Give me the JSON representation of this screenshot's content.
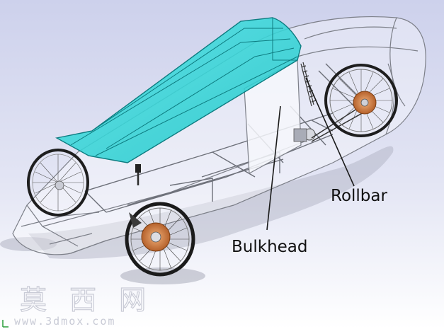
{
  "labels": {
    "rollbar": "Rollbar",
    "bulkhead": "Bulkhead"
  },
  "watermark": {
    "cn": "莫 西 网",
    "url": "www.3dmox.com"
  },
  "colors": {
    "background_top": "#cfd3ec",
    "background_bottom": "#ffffff",
    "canopy": "#27d6d6",
    "hub": "#c8743c",
    "shell_line": "#7c7f88",
    "tire": "#1e1e1e"
  }
}
